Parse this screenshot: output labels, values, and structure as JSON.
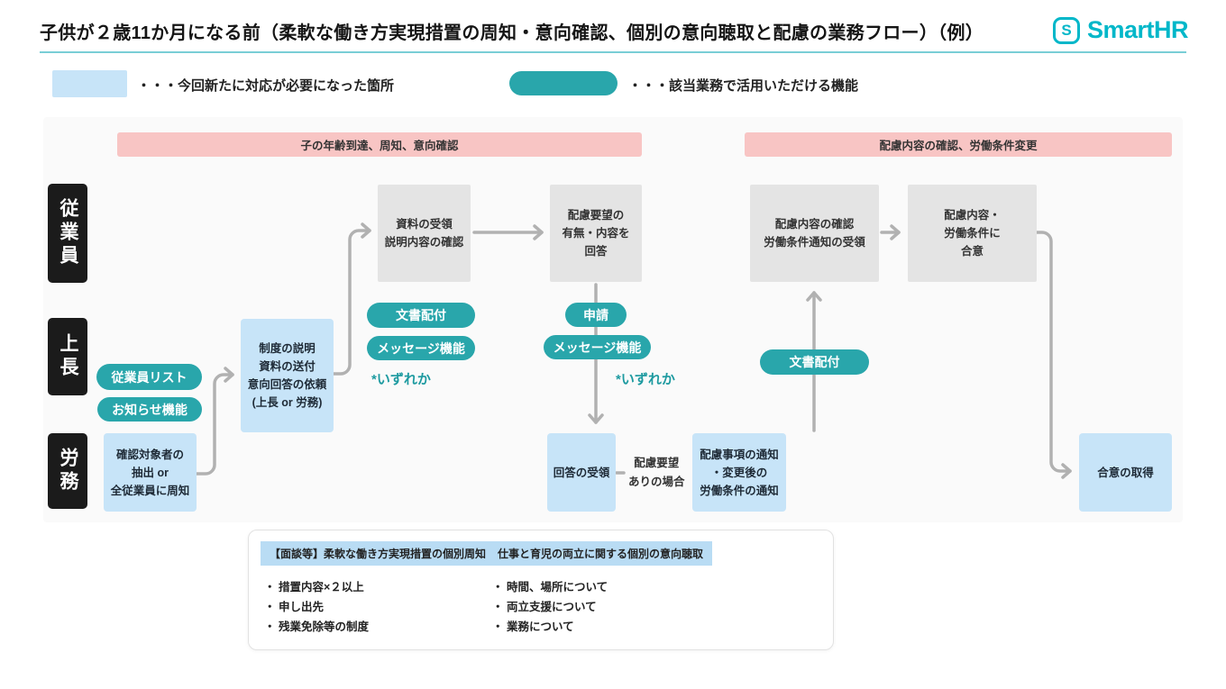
{
  "title": "子供が２歳11か月になる前（柔軟な働き方実現措置の周知・意向確認、個別の意向聴取と配慮の業務フロー）（例）",
  "logo": {
    "mark": "S",
    "text": "SmartHR"
  },
  "legend": {
    "new_area_label": "・・・今回新たに対応が必要になった箇所",
    "feature_label": "・・・該当業務で活用いただける機能"
  },
  "phases": {
    "phase1": "子の年齢到達、周知、意向確認",
    "phase2": "配慮内容の確認、労働条件変更"
  },
  "lanes": {
    "employee": "従業員",
    "manager": "上長",
    "hr": "労務"
  },
  "boxes": {
    "receive_docs": "資料の受領\n説明内容の確認",
    "answer_request": "配慮要望の\n有無・内容を\n回答",
    "confirm_consideration": "配慮内容の確認\n労働条件通知の受領",
    "agree_conditions": "配慮内容・\n労働条件に\n合意",
    "explain_system": "制度の説明\n資料の送付\n意向回答の依頼\n(上長 or 労務)",
    "extract_targets": "確認対象者の\n抽出 or\n全従業員に周知",
    "receive_answer": "回答の受領",
    "notify_items": "配慮事項の通知\n・変更後の\n労働条件の通知",
    "obtain_agreement": "合意の取得"
  },
  "pills": {
    "employee_list": "従業員リスト",
    "notice_feature": "お知らせ機能",
    "doc_distribution_1": "文書配付",
    "message_feature_1": "メッセージ機能",
    "application": "申請",
    "message_feature_2": "メッセージ機能",
    "doc_distribution_2": "文書配付"
  },
  "notes": {
    "either_1": "*いずれか",
    "either_2": "*いずれか",
    "dashed_condition": "配慮要望\nありの場合"
  },
  "bottom_panel": {
    "left": {
      "header": "【面談等】柔軟な働き方実現措置の個別周知",
      "items": [
        "・ 措置内容×２以上",
        "・ 申し出先",
        "・ 残業免除等の制度"
      ]
    },
    "right": {
      "header": "仕事と育児の両立に関する個別の意向聴取",
      "items": [
        "・ 時間、場所について",
        "・ 両立支援について",
        "・ 業務について"
      ]
    }
  },
  "colors": {
    "accent_teal": "#29a6ab",
    "light_blue": "#c7e4f8",
    "pink": "#f8c5c4",
    "gray_box": "#e4e4e4",
    "logo_cyan": "#00b7c9",
    "arrow_gray": "#b1b1b1"
  }
}
